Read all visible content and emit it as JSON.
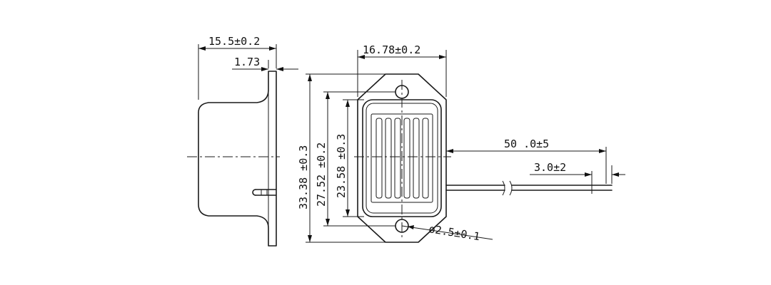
{
  "dimensions": {
    "side_width": "15.5±0.2",
    "flange_thickness": "1.73",
    "body_width": "16.78±0.2",
    "overall_height": "33.38 ±0.3",
    "hole_spacing": "27.52 ±0.2",
    "body_height": "23.58 ±0.3",
    "lead_length": "50 .0±5",
    "strip_length": "3.0±2",
    "hole_diameter": "ø2.5±0.1"
  },
  "colors": {
    "line": "#1a1a1a",
    "background": "#ffffff"
  }
}
